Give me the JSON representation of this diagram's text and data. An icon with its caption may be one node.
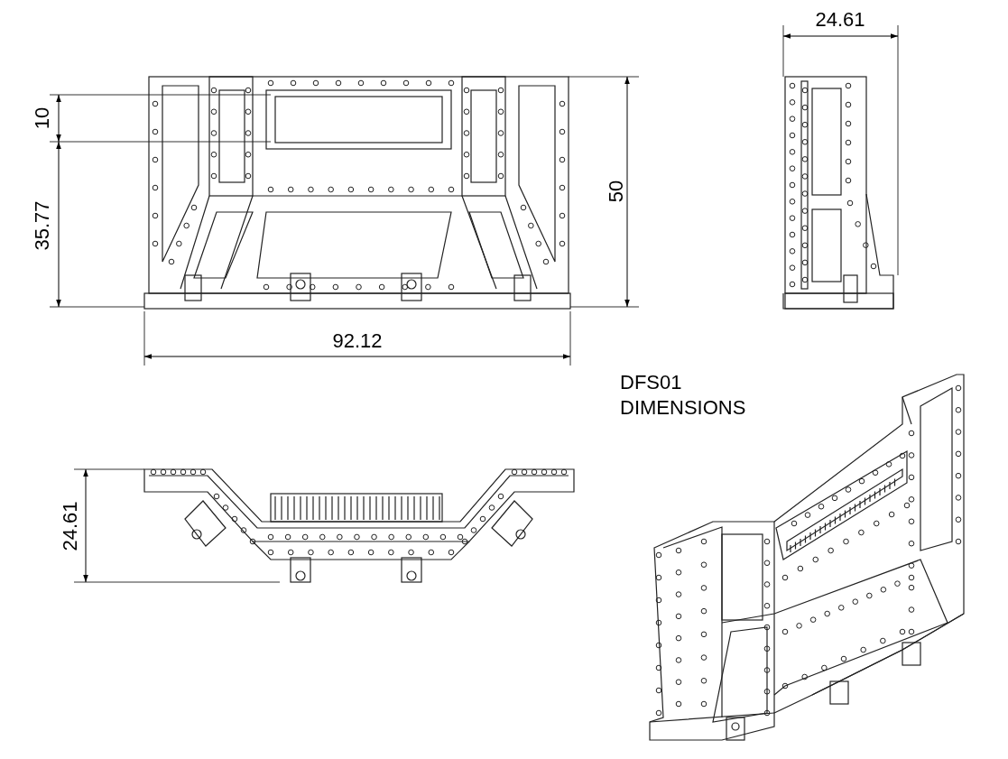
{
  "diagram": {
    "title": "DFS01 DIMENSIONS",
    "labels": [
      "24.61",
      "10",
      "35.77",
      "50",
      "92.12",
      "24.61"
    ]
  }
}
